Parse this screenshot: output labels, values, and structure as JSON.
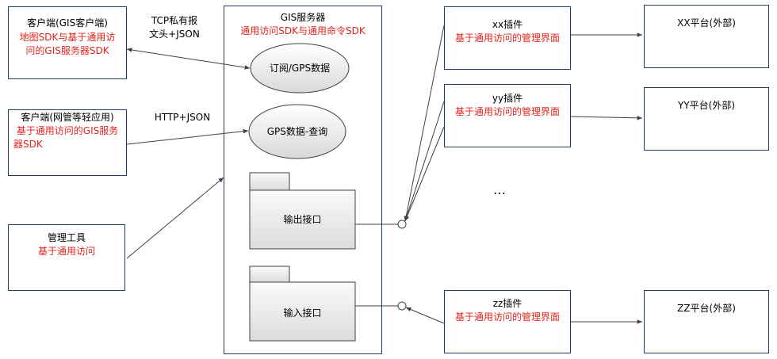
{
  "clients": {
    "gis_client": {
      "title": "客户端(GIS客户端)",
      "line1": "地图SDK与基于通用访",
      "line2": "问的GIS服务器SDK"
    },
    "nms_client": {
      "title": "客户端(网管等轻应用)",
      "line1": "基于通用访问的GIS服务",
      "line2": "器SDK"
    },
    "mgmt_tool": {
      "title": "管理工具",
      "line1": "基于通用访问"
    }
  },
  "annotations": {
    "tcp_line1": "TCP私有报",
    "tcp_line2": "文头+JSON",
    "http": "HTTP+JSON"
  },
  "server": {
    "title": "GIS服务器",
    "subtitle": "通用访问SDK与通用命令SDK",
    "usecase_subscribe": "订阅/GPS数据",
    "usecase_query": "GPS数据-查询",
    "output_interface": "输出接口",
    "input_interface": "输入接口"
  },
  "plugins": {
    "xx": {
      "title": "xx插件",
      "desc": "基于通用访问的管理界面"
    },
    "yy": {
      "title": "yy插件",
      "desc": "基于通用访问的管理界面"
    },
    "ellipsis": "…",
    "zz": {
      "title": "zz插件",
      "desc": "基于通用访问的管理界面"
    }
  },
  "platforms": {
    "xx": "XX平台(外部)",
    "yy": "YY平台(外部)",
    "zz": "ZZ平台(外部)"
  },
  "colors": {
    "border": "#1f3f66",
    "accent_red": "#e3231c",
    "line": "#404040",
    "fill_gray": "#e6e6e6"
  }
}
